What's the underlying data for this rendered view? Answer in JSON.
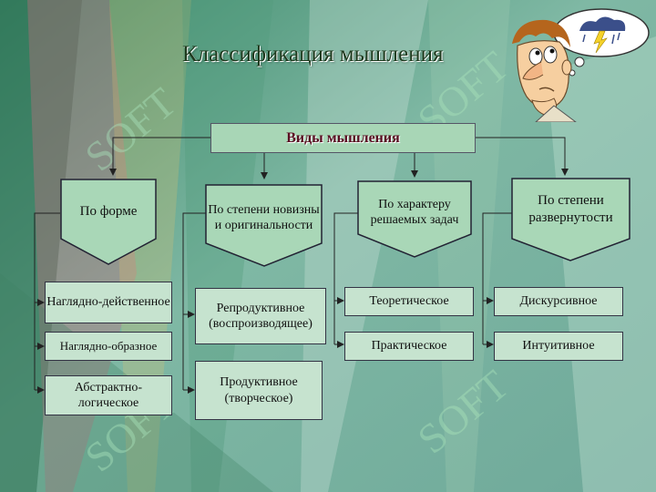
{
  "title": "Классификация мышления",
  "root": "Виды мышления",
  "categories": [
    {
      "label": "По форме",
      "items": [
        "Наглядно-действенное",
        "Наглядно-образное",
        "Абстрактно-логическое"
      ]
    },
    {
      "label": "По степени новизны и оригинальности",
      "items": [
        "Репродуктивное (воспроизводящее)",
        "Продуктивное (творческое)"
      ]
    },
    {
      "label": "По характеру решаемых задач",
      "items": [
        "Теоретическое",
        "Практическое"
      ]
    },
    {
      "label": "По степени развернутости",
      "items": [
        "Дискурсивное",
        "Интуитивное"
      ]
    }
  ],
  "colors": {
    "box_fill": "#c6e3cf",
    "pentagon_fill": "#a9d7b7",
    "root_text": "#5a0e22",
    "line": "#222222"
  },
  "icons": [
    "thinking-cartoon-man-icon",
    "storm-cloud-icon",
    "watermark-logo-icon"
  ]
}
